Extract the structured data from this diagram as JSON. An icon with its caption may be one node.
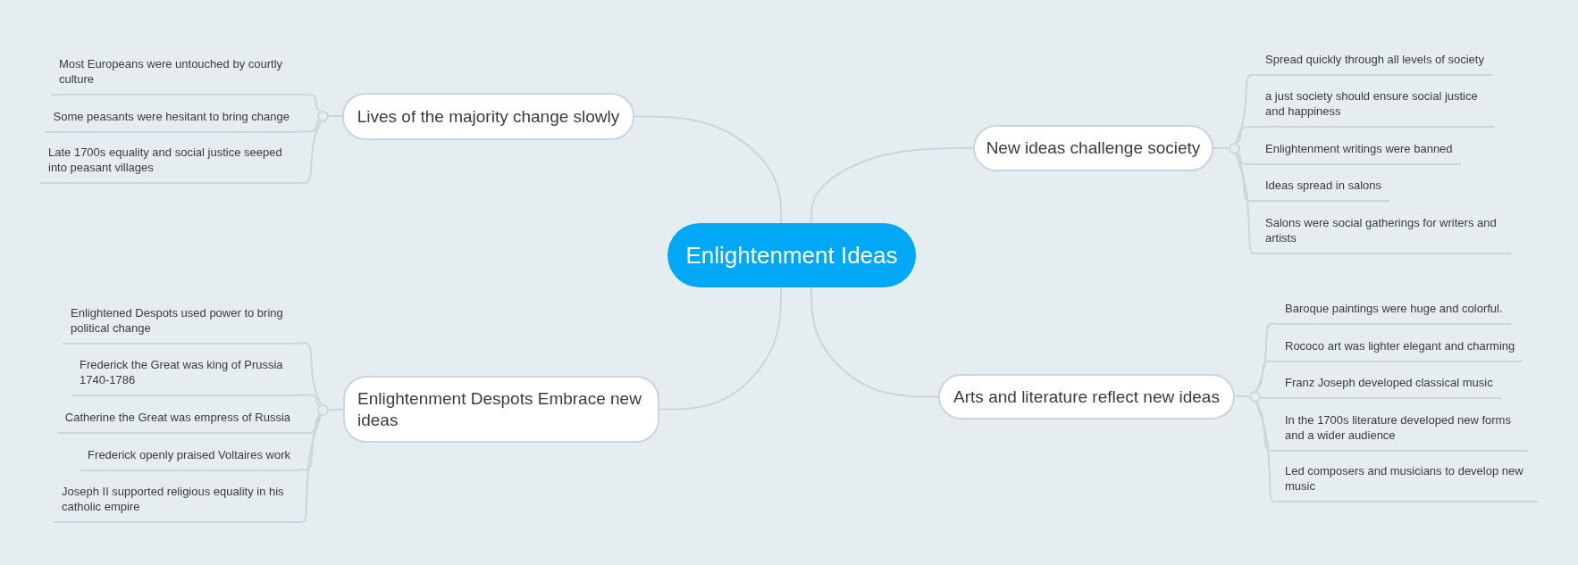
{
  "diagram": {
    "nodes": [
      {
        "text": [
          "Enlightenment Ideas"
        ]
      },
      {
        "text": [
          "Lives of the majority change slowly"
        ]
      },
      {
        "text": [],
        "shape": "circle"
      },
      {
        "text": [
          "Most Europeans were untouched by courtly culture"
        ]
      },
      {
        "text": [
          "Some peasants were hesitant to bring change"
        ]
      },
      {
        "text": [
          "Late 1700s equality and social justice seeped into peasant villages"
        ]
      },
      {
        "text": [
          "New ideas challenge society"
        ]
      },
      {
        "text": [],
        "shape": "circle"
      },
      {
        "text": [
          "Spread quickly through all levels of society"
        ]
      },
      {
        "text": [
          "a just society should ensure social justice and happiness"
        ]
      },
      {
        "text": [
          "Enlightenment writings were banned"
        ]
      },
      {
        "text": [
          "Ideas spread in salons"
        ]
      },
      {
        "text": [
          "Salons were social gatherings for writers and artists"
        ]
      },
      {
        "text": [
          "Enlightenment Despots Embrace new ideas"
        ]
      },
      {
        "text": [],
        "shape": "circle"
      },
      {
        "text": [
          "Enlightened Despots used power to bring political change"
        ]
      },
      {
        "text": [
          "Frederick the Great was king of Prussia 1740-1786"
        ]
      },
      {
        "text": [
          "Catherine the Great was empress of Russia"
        ]
      },
      {
        "text": [
          "Frederick openly praised Voltaires work"
        ]
      },
      {
        "text": [
          "Joseph II supported religious equality in his catholic empire"
        ]
      },
      {
        "text": [
          "Arts and literature reflect new ideas"
        ]
      },
      {
        "text": [],
        "shape": "circle"
      },
      {
        "text": [
          "Baroque paintings were huge and colorful."
        ]
      },
      {
        "text": [
          "Rococo art was lighter elegant and charming"
        ]
      },
      {
        "text": [
          "Franz Joseph developed classical music"
        ]
      },
      {
        "text": [
          "In the 1700s literature developed new forms and a wider audience"
        ]
      },
      {
        "text": [
          "Led composers and musicians to develop new music"
        ]
      }
    ],
    "edges": [
      {
        "from": 0,
        "to": 1,
        "arrow": "none"
      },
      {
        "from": 1,
        "to": 2,
        "arrow": "none"
      },
      {
        "from": 2,
        "to": 3,
        "arrow": "none"
      },
      {
        "from": 2,
        "to": 4,
        "arrow": "none"
      },
      {
        "from": 2,
        "to": 5,
        "arrow": "none"
      },
      {
        "from": 0,
        "to": 6,
        "arrow": "none"
      },
      {
        "from": 6,
        "to": 7,
        "arrow": "none"
      },
      {
        "from": 7,
        "to": 8,
        "arrow": "none"
      },
      {
        "from": 7,
        "to": 9,
        "arrow": "none"
      },
      {
        "from": 7,
        "to": 10,
        "arrow": "none"
      },
      {
        "from": 7,
        "to": 11,
        "arrow": "none"
      },
      {
        "from": 7,
        "to": 12,
        "arrow": "none"
      },
      {
        "from": 0,
        "to": 13,
        "arrow": "none"
      },
      {
        "from": 13,
        "to": 14,
        "arrow": "none"
      },
      {
        "from": 14,
        "to": 15,
        "arrow": "none"
      },
      {
        "from": 14,
        "to": 16,
        "arrow": "none"
      },
      {
        "from": 14,
        "to": 17,
        "arrow": "none"
      },
      {
        "from": 14,
        "to": 18,
        "arrow": "none"
      },
      {
        "from": 14,
        "to": 19,
        "arrow": "none"
      },
      {
        "from": 0,
        "to": 20,
        "arrow": "none"
      },
      {
        "from": 20,
        "to": 21,
        "arrow": "none"
      },
      {
        "from": 21,
        "to": 22,
        "arrow": "none"
      },
      {
        "from": 21,
        "to": 23,
        "arrow": "none"
      },
      {
        "from": 21,
        "to": 24,
        "arrow": "none"
      },
      {
        "from": 21,
        "to": 25,
        "arrow": "none"
      },
      {
        "from": 21,
        "to": 26,
        "arrow": "none"
      }
    ]
  }
}
